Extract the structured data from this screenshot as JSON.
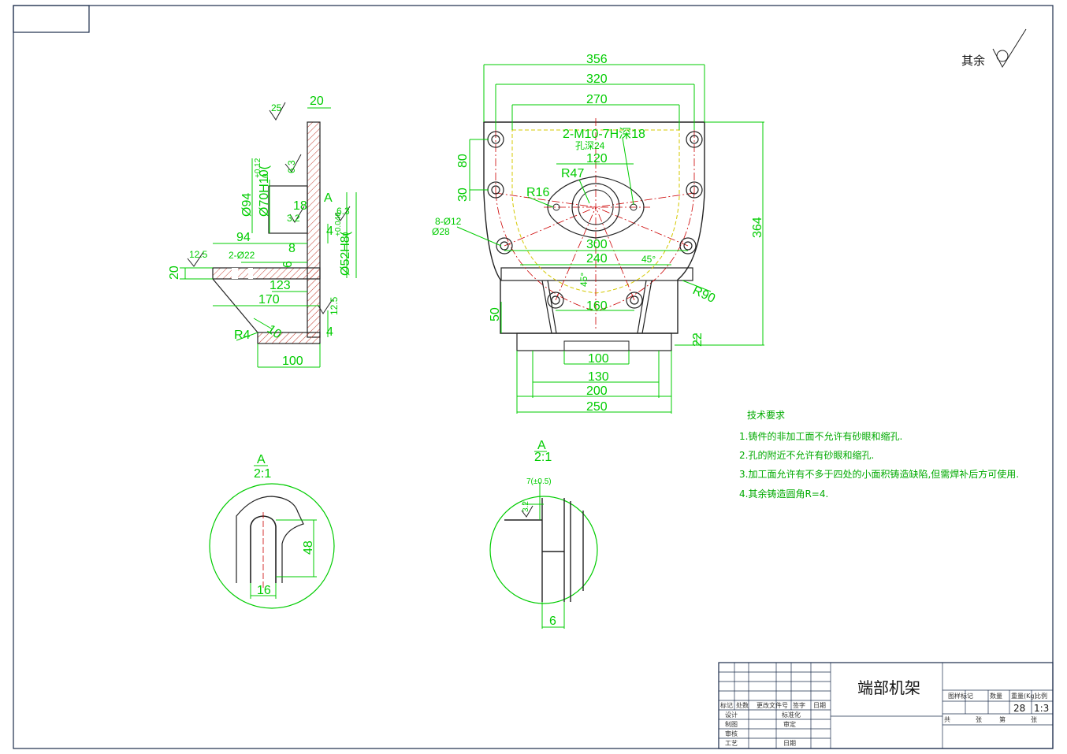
{
  "surface_finish": {
    "label": "其余"
  },
  "side_view": {
    "roughness": [
      "25",
      "6.3",
      "3.2",
      "6.3",
      "12.5",
      "12.5"
    ],
    "dims": {
      "top_width": "20",
      "d94": "Ø94",
      "d70": "Ø70H10(",
      "d70_tol_upper": "+0.12",
      "d70_tol_lower": "0",
      "section_mark": "A",
      "d18": "18",
      "d52": "Ø52H8(",
      "d52_tol_upper": "+0.046",
      "d52_tol_lower": "0",
      "d4": "4",
      "d94_h": "94",
      "holes": "2-Ø22",
      "d8": "8",
      "d6": "6",
      "d20_left": "20",
      "d123": "123",
      "d170": "170",
      "d10": "10",
      "r4": "R4",
      "d4b": "4",
      "d100": "100"
    }
  },
  "front_view": {
    "dims": {
      "w356": "356",
      "w320": "320",
      "w270": "270",
      "thread": "2-M10-7H深18",
      "hole_depth": "孔深24",
      "w120": "120",
      "r47": "R47",
      "r16": "R16",
      "h80": "80",
      "h30": "30",
      "holes8": "8-Ø12",
      "cb": "Ø28",
      "w300": "300",
      "w240": "240",
      "a45a": "45°",
      "a45b": "45°",
      "r90": "R90",
      "w160": "160",
      "h50": "50",
      "h364": "364",
      "h22": "22",
      "w100": "100",
      "w130": "130",
      "w200": "200",
      "w250": "250"
    }
  },
  "detail_left": {
    "label": "A",
    "scale": "2:1",
    "d48": "48",
    "d16": "16"
  },
  "detail_right": {
    "label": "A",
    "scale": "2:1",
    "tol": "7(±0.5)",
    "rough": "3.2",
    "d6": "6"
  },
  "tech_req": {
    "title": "技术要求",
    "items": [
      "1.铸件的非加工面不允许有砂眼和缩孔.",
      "2.孔的附近不允许有砂眼和缩孔.",
      "3.加工面允许有不多于四处的小面积铸造缺陷,但需焊补后方可使用.",
      "4.其余铸造圆角R=4."
    ]
  },
  "title_block": {
    "drawing_name": "端部机架",
    "mark_cols": [
      "图样标记",
      "数量",
      "重量(Kg)",
      "比例"
    ],
    "weight": "28",
    "scale": "1:3",
    "sheet_total": "共",
    "sheet_unit1": "张",
    "sheet_no": "第",
    "sheet_unit2": "张",
    "row_labels": [
      "标记",
      "处数",
      "更改文件号",
      "签字",
      "日期"
    ],
    "left_rows": [
      "设计",
      "制图",
      "审核",
      "工艺"
    ],
    "mid_rows": [
      "标准化",
      "审定",
      "日期"
    ]
  }
}
